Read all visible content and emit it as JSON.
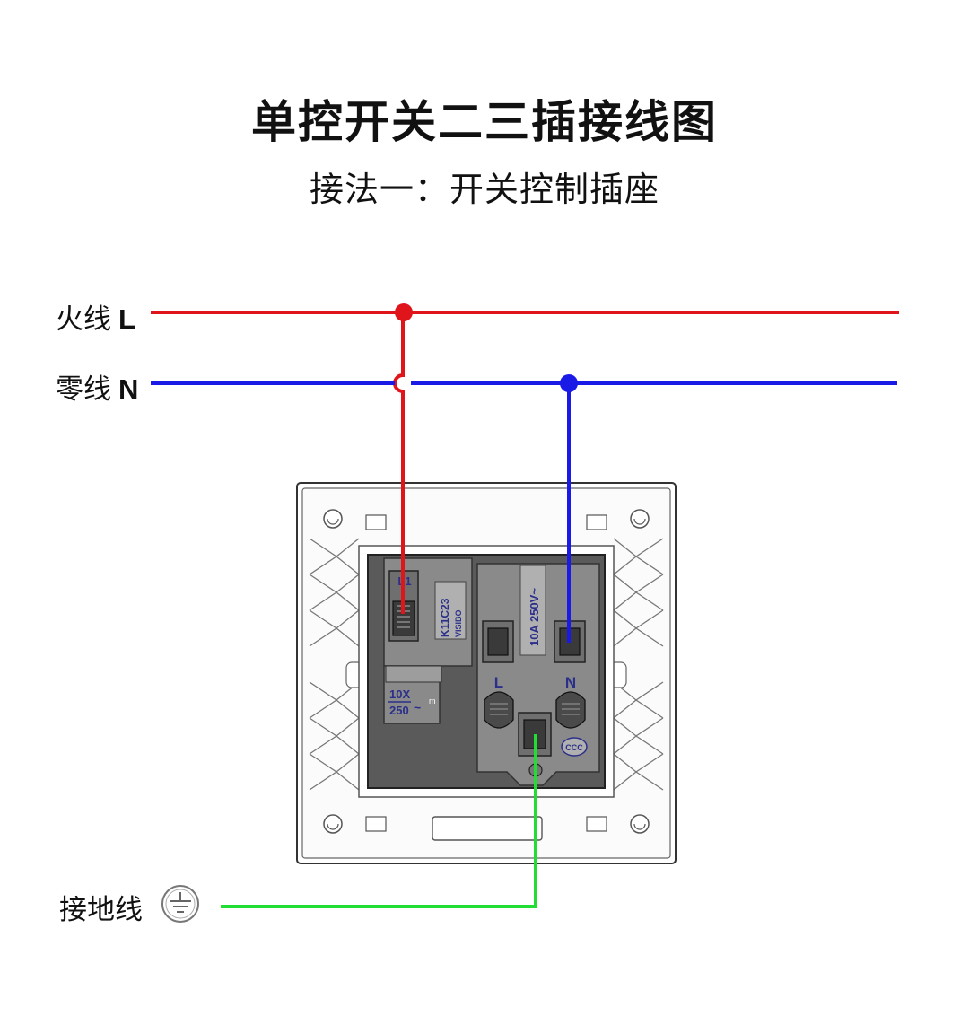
{
  "title": "单控开关二三插接线图",
  "subtitle": "接法一：开关控制插座",
  "wires": {
    "live": {
      "label": "火线",
      "symbol": "L",
      "color": "#e0151b"
    },
    "neutral": {
      "label": "零线",
      "symbol": "N",
      "color": "#1a1ae6"
    },
    "ground": {
      "label": "接地线",
      "color": "#22dd33"
    }
  },
  "socket": {
    "switch_terminal": "L1",
    "switch_model": "K11C23",
    "switch_brand": "VISIBO",
    "switch_rating_top": "10X",
    "switch_rating_bottom": "250",
    "switch_rating_suffix": "~",
    "switch_rating_unit": "m",
    "socket_rating": "10A 250V~",
    "terminal_l": "L",
    "terminal_n": "N",
    "cert_mark": "CCC"
  },
  "icons": {
    "ground_symbol": "ground-symbol-icon"
  }
}
